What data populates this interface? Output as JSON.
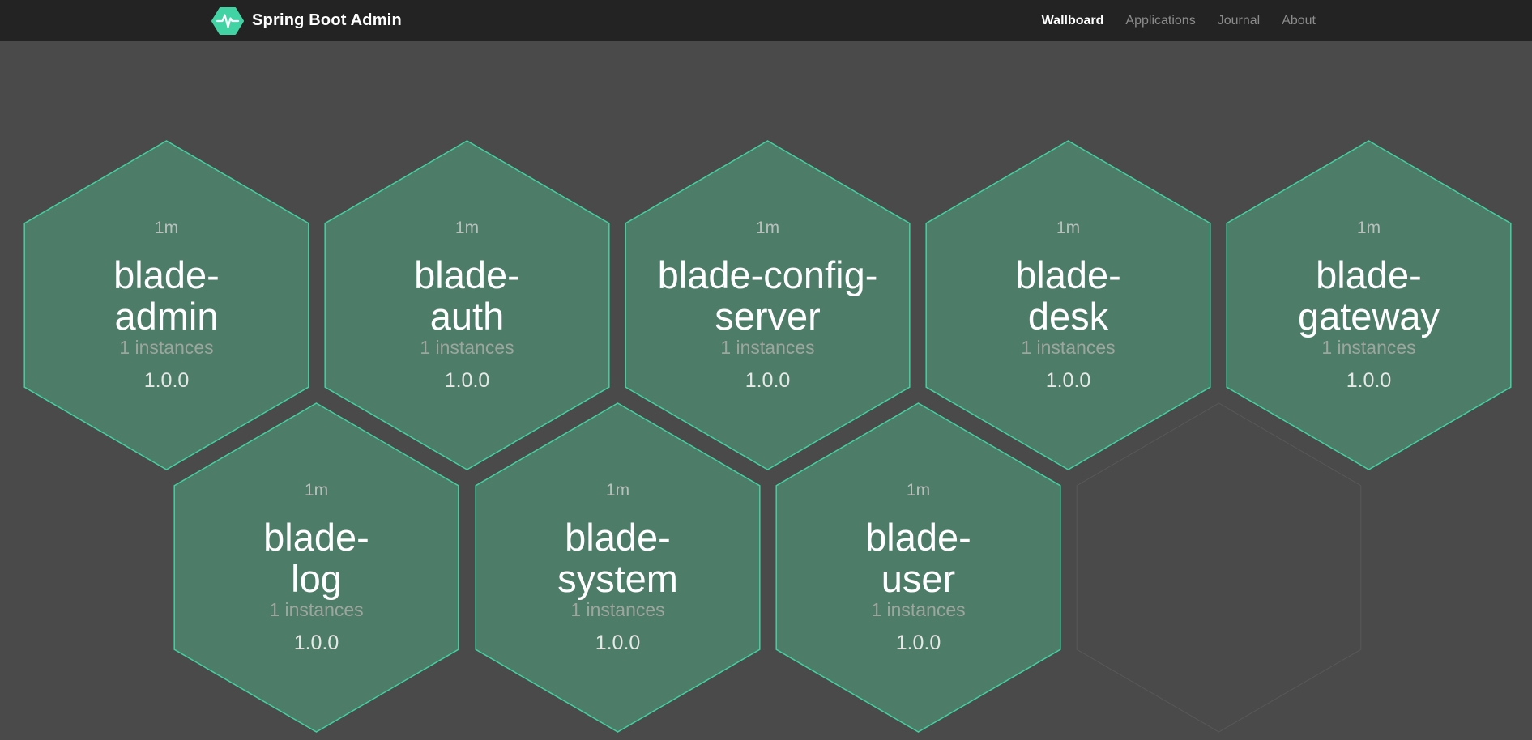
{
  "header": {
    "brand": "Spring Boot Admin",
    "logo_icon": "pulse-hexagon-icon",
    "nav": [
      {
        "label": "Wallboard"
      },
      {
        "label": "Applications"
      },
      {
        "label": "Journal"
      },
      {
        "label": "About"
      }
    ]
  },
  "colors": {
    "header_bg": "#232323",
    "body_bg": "#4a4a4a",
    "hex_fill": "#4d7c69",
    "hex_border": "#43d0a0",
    "empty_hex_border": "#585858",
    "brand_green": "#42d3a5"
  },
  "tiles": [
    {
      "uptime": "1m",
      "name": "blade-admin",
      "name_lines": [
        "blade-",
        "admin"
      ],
      "instances": "1 instances",
      "version": "1.0.0"
    },
    {
      "uptime": "1m",
      "name": "blade-auth",
      "name_lines": [
        "blade-",
        "auth"
      ],
      "instances": "1 instances",
      "version": "1.0.0"
    },
    {
      "uptime": "1m",
      "name": "blade-config-server",
      "name_lines": [
        "blade-config-",
        "server"
      ],
      "instances": "1 instances",
      "version": "1.0.0"
    },
    {
      "uptime": "1m",
      "name": "blade-desk",
      "name_lines": [
        "blade-",
        "desk"
      ],
      "instances": "1 instances",
      "version": "1.0.0"
    },
    {
      "uptime": "1m",
      "name": "blade-gateway",
      "name_lines": [
        "blade-",
        "gateway"
      ],
      "instances": "1 instances",
      "version": "1.0.0"
    },
    {
      "uptime": "1m",
      "name": "blade-log",
      "name_lines": [
        "blade-",
        "log"
      ],
      "instances": "1 instances",
      "version": "1.0.0"
    },
    {
      "uptime": "1m",
      "name": "blade-system",
      "name_lines": [
        "blade-",
        "system"
      ],
      "instances": "1 instances",
      "version": "1.0.0"
    },
    {
      "uptime": "1m",
      "name": "blade-user",
      "name_lines": [
        "blade-",
        "user"
      ],
      "instances": "1 instances",
      "version": "1.0.0"
    }
  ]
}
